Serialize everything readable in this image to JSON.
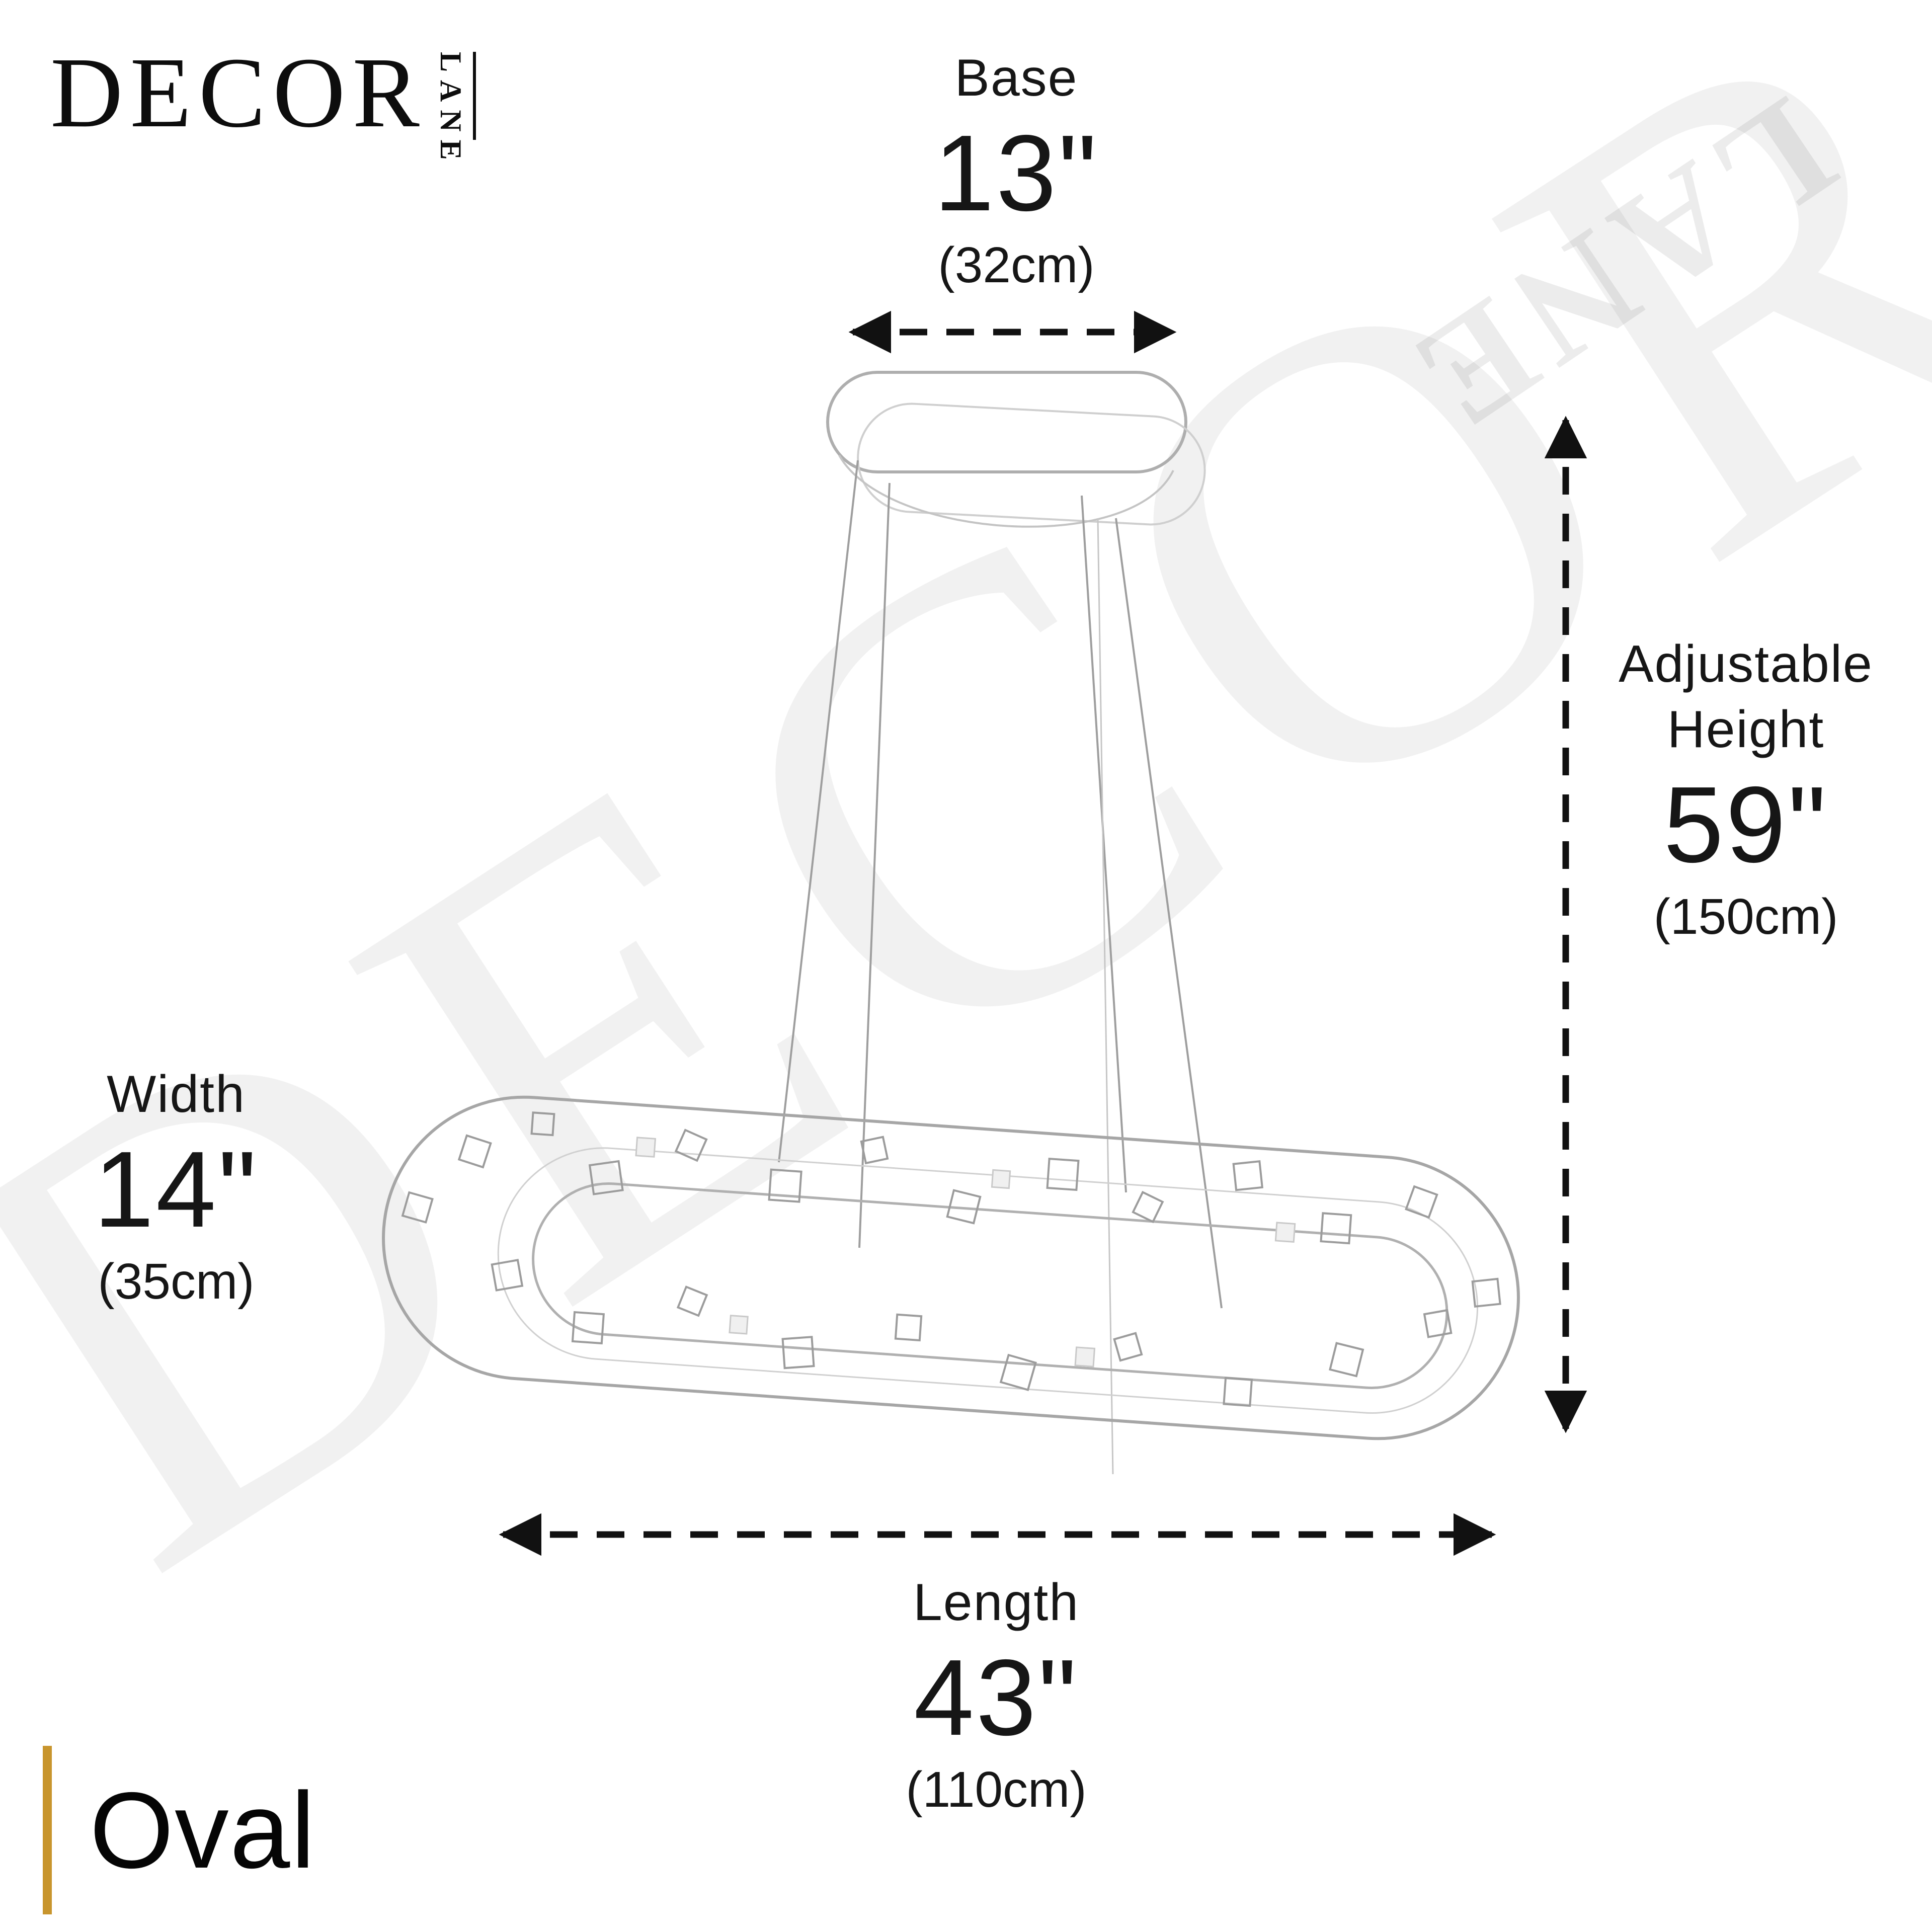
{
  "brand": {
    "name": "DECOR",
    "subname": "LANE"
  },
  "watermark": {
    "name": "DECOR",
    "subname": "LANE"
  },
  "dimensions": {
    "base": {
      "label": "Base",
      "value_in": "13\"",
      "value_cm": "(32cm)"
    },
    "height": {
      "label_line1": "Adjustable",
      "label_line2": "Height",
      "value_in": "59\"",
      "value_cm": "(150cm)"
    },
    "width": {
      "label": "Width",
      "value_in": "14\"",
      "value_cm": "(35cm)"
    },
    "length": {
      "label": "Length",
      "value_in": "43\"",
      "value_cm": "(110cm)"
    }
  },
  "shape": {
    "label": "Oval"
  },
  "colors": {
    "accent": "#C8952D",
    "arrow": "#111111",
    "sketch": "#b3b3b3"
  }
}
